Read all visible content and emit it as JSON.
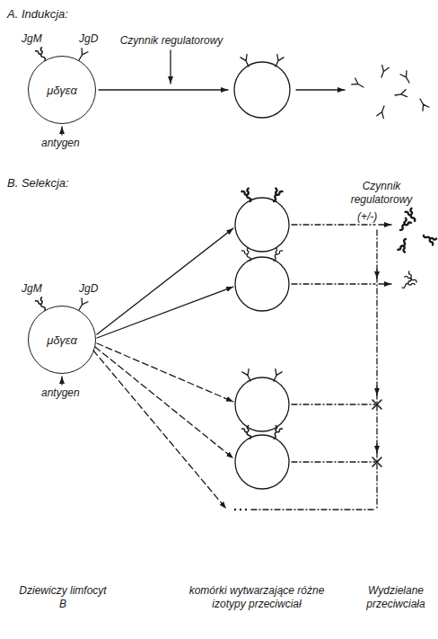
{
  "diagram": {
    "nodes": [
      {
        "text": [
          "μδγεα"
        ]
      },
      {
        "text": [
          "μδγεα"
        ]
      }
    ],
    "labels": [
      "A. Indukcja:",
      "Czynnik regulatorowy",
      "JgM",
      "JgD",
      "antygen",
      "B. Selekcja:",
      "JgM",
      "JgD",
      "antygen",
      "Czynnik regulatorowy",
      "(+/-)",
      "Dziewiczy limfocyt B",
      "komórki wytwarzające różne izotypy przeciwciał",
      "Wydzielane przeciwciała"
    ]
  }
}
